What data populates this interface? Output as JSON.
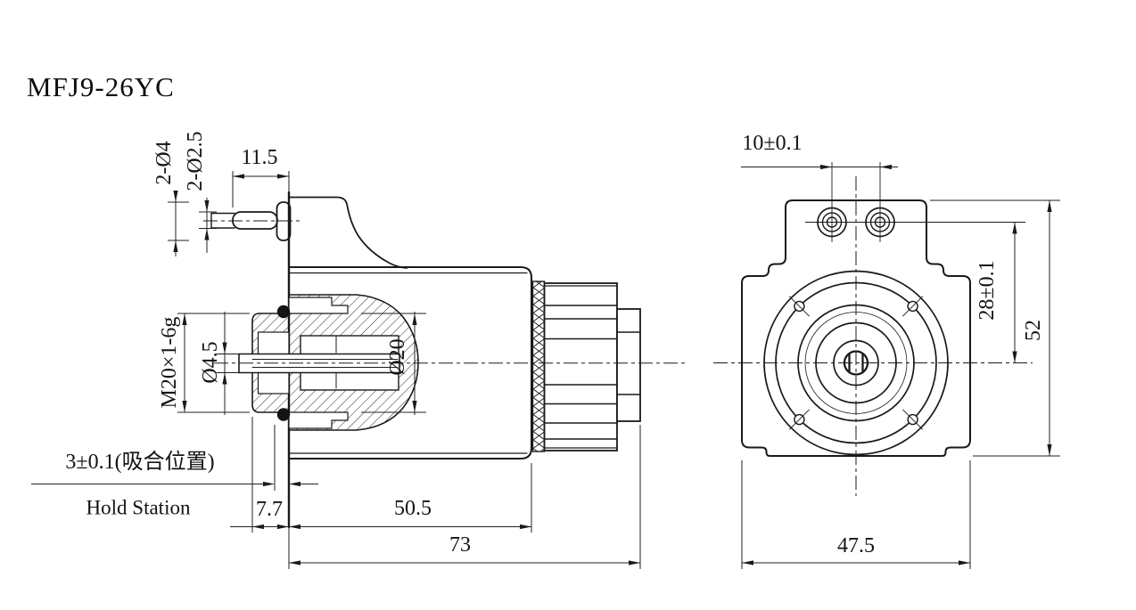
{
  "title": "MFJ9-26YC",
  "drawing": {
    "type": "engineering-drawing",
    "units": "mm",
    "line_color": "#1a1a1a",
    "background": "#ffffff"
  },
  "left_view": {
    "name": "side-section-view",
    "dims": {
      "pin_outer": "2-Ø4",
      "pin_inner": "2-Ø2.5",
      "pin_length": "11.5",
      "thread": "M20×1-6g",
      "rod": "Ø4.5",
      "tube": "Ø20",
      "hold_cn": "3±0.1(吸合位置)",
      "hold_en": "Hold Station",
      "plate": "7.7",
      "body": "50.5",
      "total": "73"
    }
  },
  "right_view": {
    "name": "front-view",
    "dims": {
      "pin_spacing": "10±0.1",
      "mount_height": "28±0.1",
      "height": "52",
      "width": "47.5"
    }
  }
}
